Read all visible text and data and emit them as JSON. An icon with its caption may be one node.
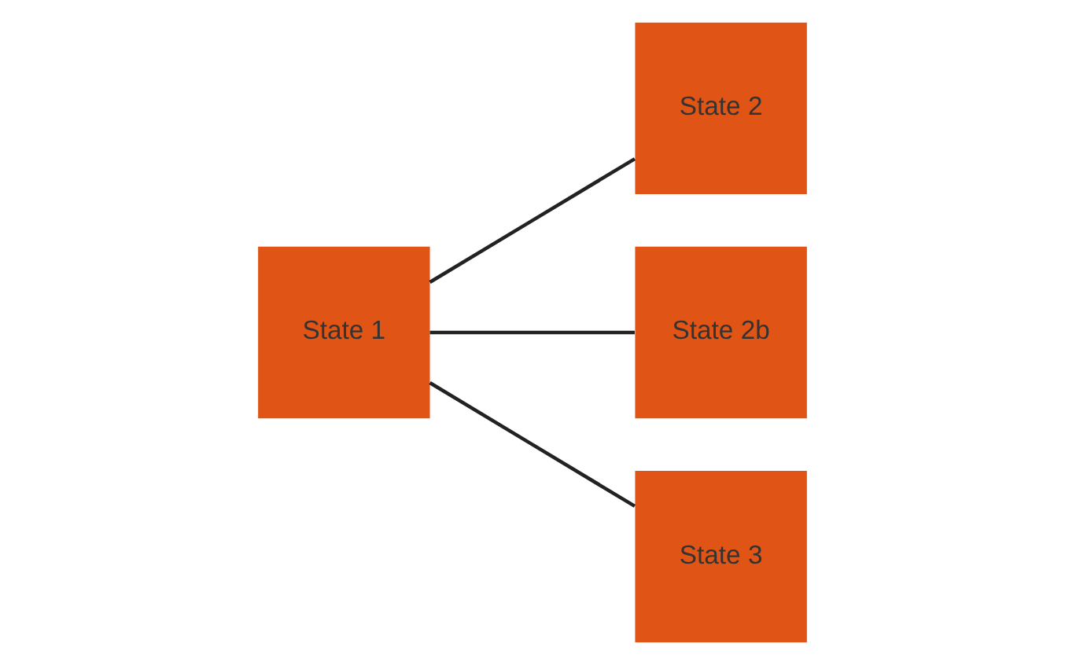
{
  "diagram": {
    "nodes": [
      {
        "text": [
          "State 1"
        ]
      },
      {
        "text": [
          "State 2"
        ]
      },
      {
        "text": [
          "State 2b"
        ]
      },
      {
        "text": [
          "State 3"
        ]
      }
    ],
    "edges": [
      {
        "from": 0,
        "to": 1,
        "arrow": "none"
      },
      {
        "from": 0,
        "to": 2,
        "arrow": "none"
      },
      {
        "from": 0,
        "to": 3,
        "arrow": "none"
      }
    ]
  }
}
